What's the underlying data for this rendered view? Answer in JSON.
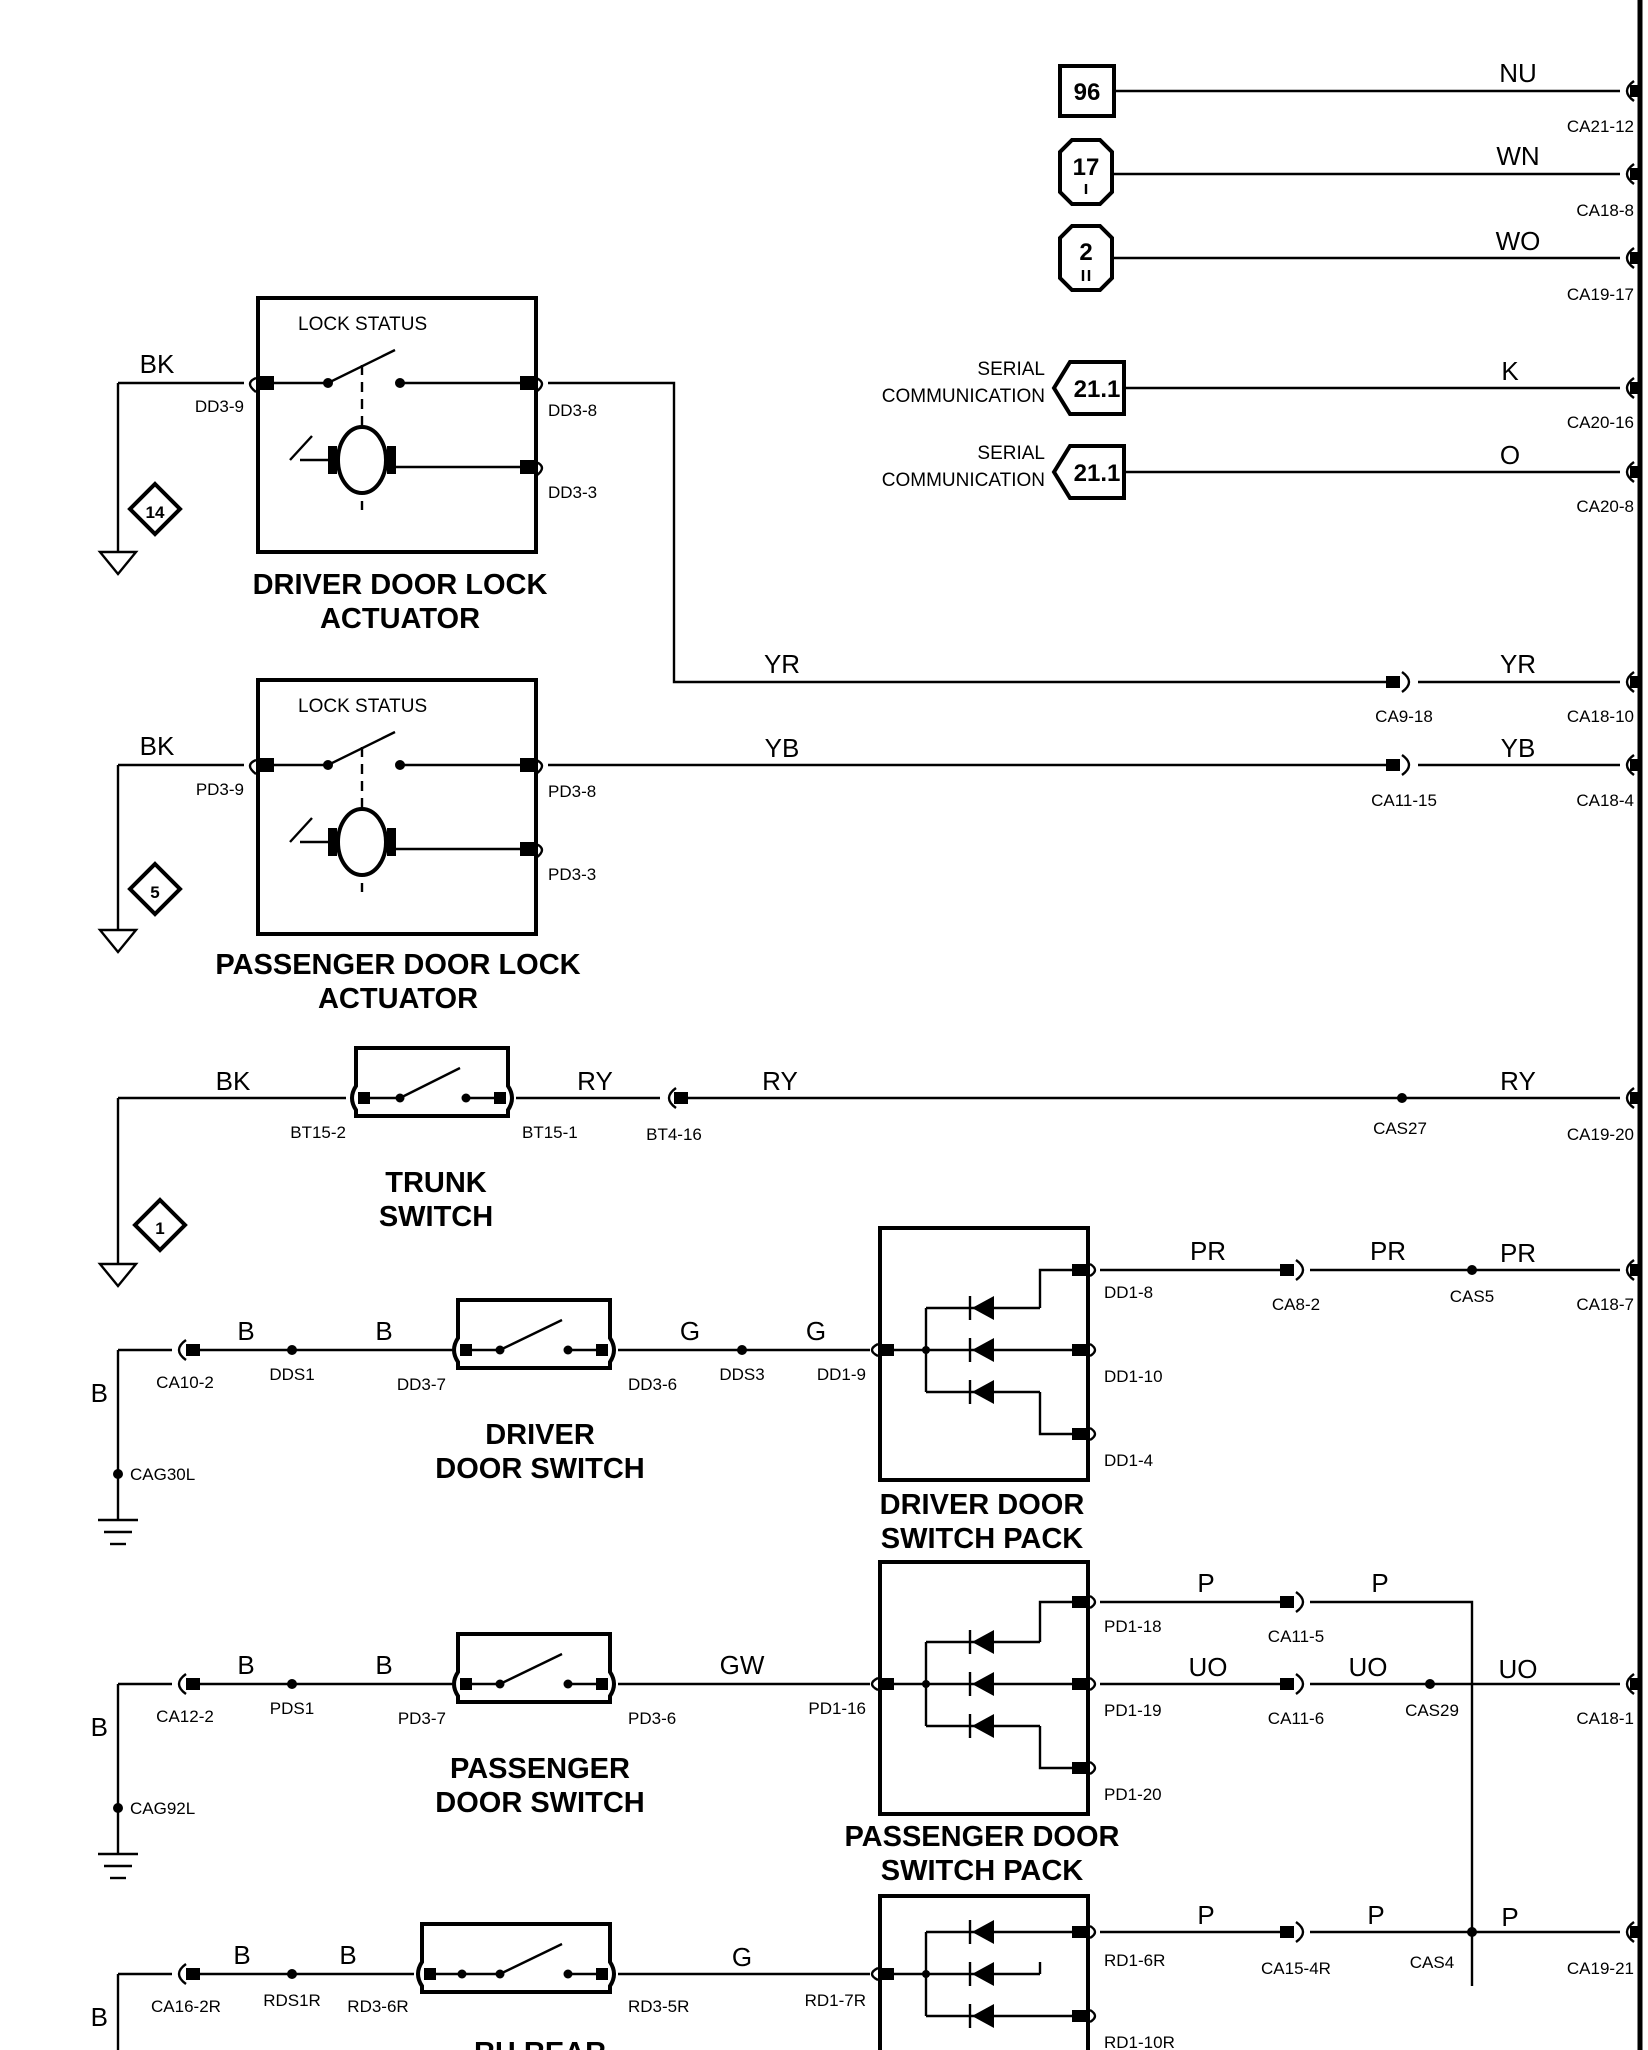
{
  "refs": {
    "r96": "96",
    "r17": "17",
    "r2": "2",
    "r14": "14",
    "r5": "5",
    "r1": "1",
    "serial_num": "21.1"
  },
  "wires": {
    "NU": "NU",
    "WN": "WN",
    "WO": "WO",
    "K": "K",
    "O": "O",
    "BK": "BK",
    "YR": "YR",
    "YB": "YB",
    "RY": "RY",
    "PR": "PR",
    "B": "B",
    "G": "G",
    "GW": "GW",
    "P": "P",
    "UO": "UO"
  },
  "serial_label": {
    "line1": "SERIAL",
    "line2": "COMMUNICATION"
  },
  "lock_status": "LOCK STATUS",
  "pins": {
    "CA21_12": "CA21-12",
    "CA18_8": "CA18-8",
    "CA19_17": "CA19-17",
    "CA20_16": "CA20-16",
    "CA20_8": "CA20-8",
    "DD3_9": "DD3-9",
    "DD3_8": "DD3-8",
    "DD3_3": "DD3-3",
    "CA9_18": "CA9-18",
    "CA18_10": "CA18-10",
    "PD3_9": "PD3-9",
    "PD3_8": "PD3-8",
    "PD3_3": "PD3-3",
    "CA11_15": "CA11-15",
    "CA18_4": "CA18-4",
    "BT15_2": "BT15-2",
    "BT15_1": "BT15-1",
    "BT4_16": "BT4-16",
    "CAS27": "CAS27",
    "CA19_20": "CA19-20",
    "DD1_8": "DD1-8",
    "CA8_2": "CA8-2",
    "CAS5": "CAS5",
    "CA18_7": "CA18-7",
    "CA10_2": "CA10-2",
    "DDS1": "DDS1",
    "DD3_7": "DD3-7",
    "DD3_6": "DD3-6",
    "DDS3": "DDS3",
    "DD1_9": "DD1-9",
    "DD1_10": "DD1-10",
    "DD1_4": "DD1-4",
    "CAG30L": "CAG30L",
    "PD1_18": "PD1-18",
    "CA11_5": "CA11-5",
    "CA12_2": "CA12-2",
    "PDS1": "PDS1",
    "PD3_7": "PD3-7",
    "PD3_6": "PD3-6",
    "PD1_16": "PD1-16",
    "PD1_19": "PD1-19",
    "CA11_6": "CA11-6",
    "CAS29": "CAS29",
    "CA18_1": "CA18-1",
    "PD1_20": "PD1-20",
    "CAG92L": "CAG92L",
    "RD1_6R": "RD1-6R",
    "CA15_4R": "CA15-4R",
    "CAS4": "CAS4",
    "CA19_21": "CA19-21",
    "CA16_2R": "CA16-2R",
    "RDS1R": "RDS1R",
    "RD3_6R": "RD3-6R",
    "RD3_5R": "RD3-5R",
    "RD1_7R": "RD1-7R",
    "RD1_10R": "RD1-10R"
  },
  "components": {
    "driver_lock_1": "DRIVER DOOR LOCK",
    "driver_lock_2": "ACTUATOR",
    "pass_lock_1": "PASSENGER DOOR LOCK",
    "pass_lock_2": "ACTUATOR",
    "trunk_1": "TRUNK",
    "trunk_2": "SWITCH",
    "driver_sw_1": "DRIVER",
    "driver_sw_2": "DOOR SWITCH",
    "driver_pack_1": "DRIVER DOOR",
    "driver_pack_2": "SWITCH PACK",
    "pass_sw_1": "PASSENGER",
    "pass_sw_2": "DOOR SWITCH",
    "pass_pack_1": "PASSENGER DOOR",
    "pass_pack_2": "SWITCH PACK",
    "rh_rear_1": "RH REAR"
  }
}
